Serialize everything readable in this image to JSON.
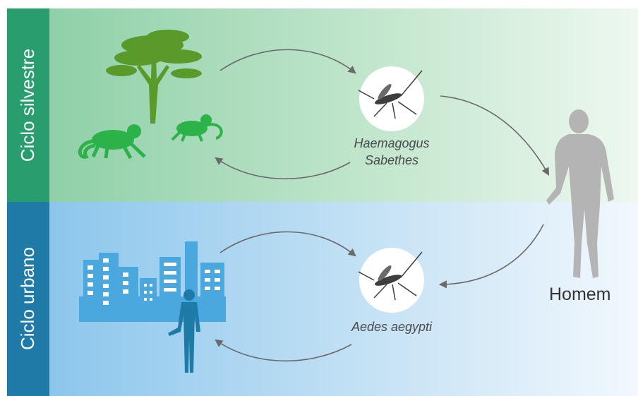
{
  "cycles": {
    "silvestre": {
      "side_label": "Ciclo silvestre",
      "vector_line1": "Haemagogus",
      "vector_line2": "Sabethes",
      "band_color": "#2a9d6e"
    },
    "urbano": {
      "side_label": "Ciclo urbano",
      "vector": "Aedes aegypti",
      "band_color": "#1f7aa8"
    }
  },
  "human": {
    "label": "Homem"
  },
  "colors": {
    "tree": "#5a9a2a",
    "monkey": "#2bb34a",
    "city": "#4aa8de",
    "urban_human": "#1e7aa6",
    "human": "#b4b4b4",
    "arrow": "#6a6a6a",
    "mosquito": "#3d3d3d"
  },
  "icons": [
    "tree-icon",
    "monkey-icon",
    "mosquito-icon",
    "city-icon",
    "person-icon"
  ]
}
